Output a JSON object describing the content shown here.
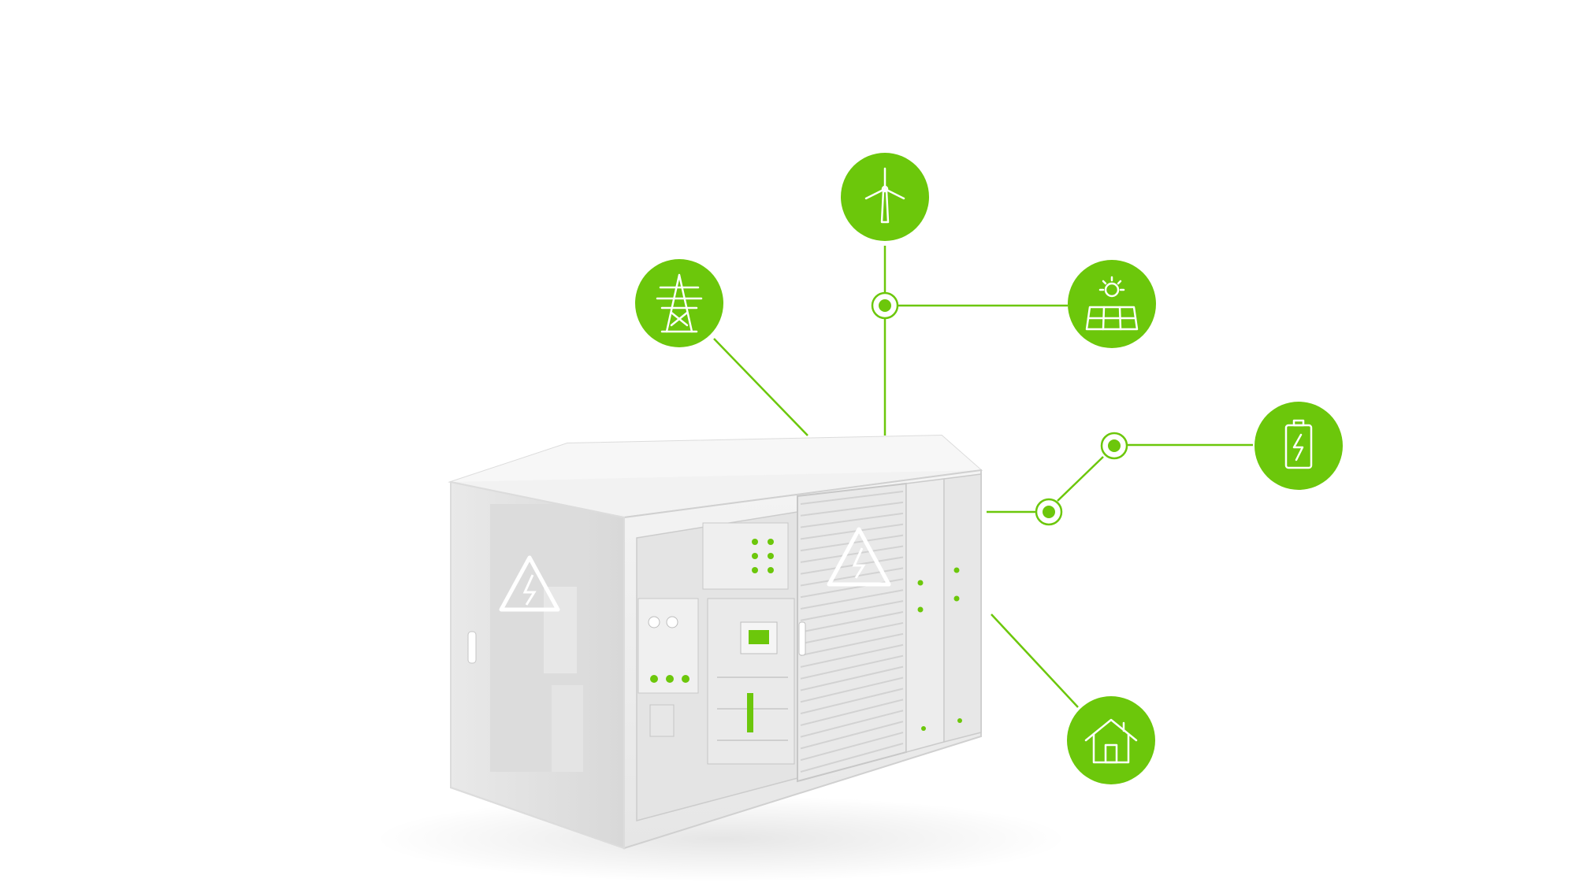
{
  "colors": {
    "accent": "#6cc70b",
    "line": "#6cc70b",
    "enclosure_light": "#f1f1f1",
    "enclosure_mid": "#e2e2e2",
    "enclosure_dark": "#cfcfcf",
    "icon_stroke": "#ffffff"
  },
  "nodes": [
    {
      "name": "wind-turbine-node",
      "icon": "wind-turbine-icon"
    },
    {
      "name": "power-pylon-node",
      "icon": "power-pylon-icon"
    },
    {
      "name": "solar-panel-node",
      "icon": "solar-panel-icon"
    },
    {
      "name": "battery-node",
      "icon": "battery-icon"
    },
    {
      "name": "house-node",
      "icon": "house-icon"
    }
  ],
  "junctions": [
    {
      "name": "junction-renewables"
    },
    {
      "name": "junction-battery-upper"
    },
    {
      "name": "junction-battery-lower"
    }
  ],
  "equipment": {
    "icon": "energy-storage-container",
    "warning_icon": "high-voltage-warning-icon"
  }
}
